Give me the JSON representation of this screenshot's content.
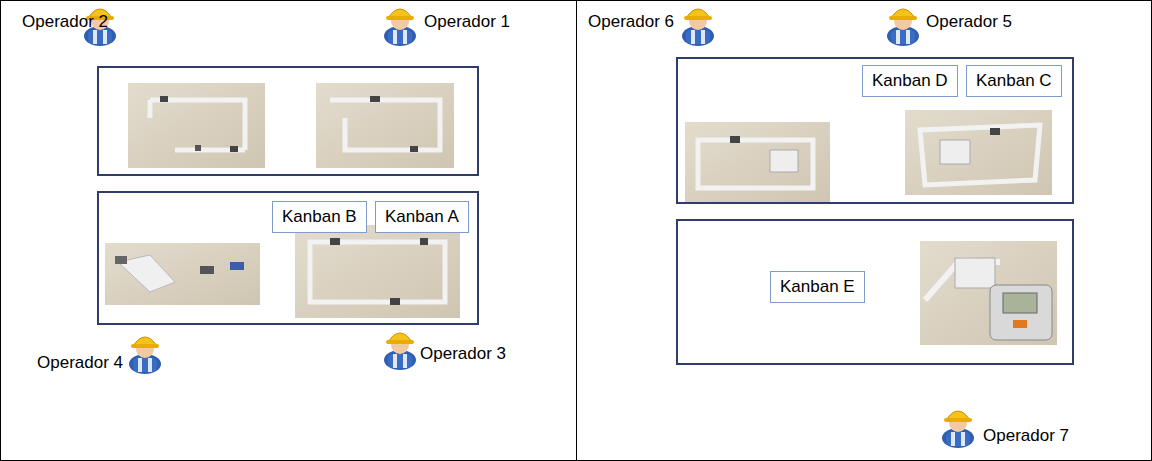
{
  "diagram": {
    "nodes": [
      {
        "text": []
      },
      {
        "text": [
          "Kanban B"
        ],
        "in": 0
      },
      {
        "text": [
          "Kanban A"
        ],
        "in": 0
      },
      {
        "text": []
      },
      {
        "text": [
          "Kanban D"
        ],
        "in": 3
      },
      {
        "text": [
          "Kanban C"
        ],
        "in": 3
      },
      {
        "text": []
      },
      {
        "text": [
          "Kanban E"
        ],
        "in": 6
      }
    ],
    "labels": [
      "Operador 2",
      "Operador 1",
      "Operador 4",
      "Operador 3",
      "Operador 6",
      "Operador 5",
      "Operador 7"
    ]
  }
}
